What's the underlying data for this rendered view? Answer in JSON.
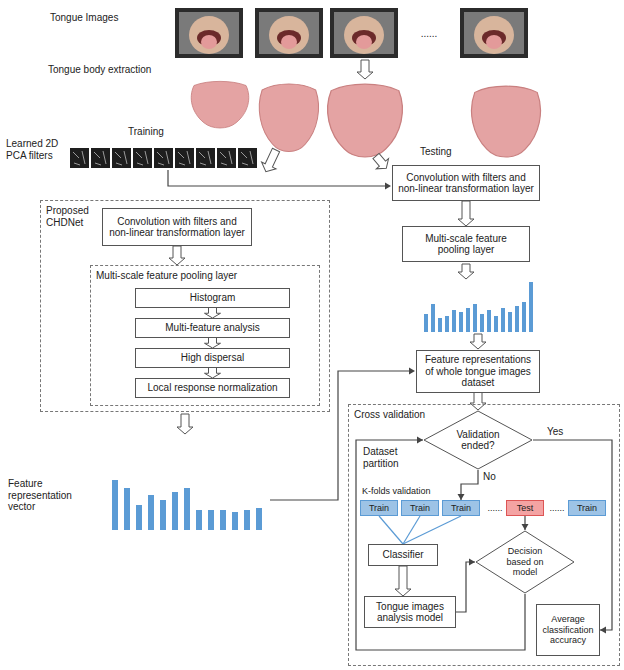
{
  "diagram": {
    "nodes": [
      {
        "text": [
          "Proposed CHDNet"
        ]
      },
      {
        "text": [
          "Convolution with filters and non-linear transformation layer"
        ],
        "in": 0
      },
      {
        "text": [
          "Multi-scale feature pooling layer"
        ],
        "in": 0
      },
      {
        "text": [
          "Histogram"
        ],
        "in": 2
      },
      {
        "text": [
          "Multi-feature analysis"
        ],
        "in": 2
      },
      {
        "text": [
          "High dispersal"
        ],
        "in": 2
      },
      {
        "text": [
          "Local response normalization"
        ],
        "in": 2
      },
      {
        "text": [
          "Convolution with filters and non-linear transformation layer"
        ]
      },
      {
        "text": [
          "Multi-scale feature pooling layer"
        ]
      },
      {
        "text": [
          "Feature representations of whole tongue images dataset"
        ]
      },
      {
        "text": [
          "Cross validation"
        ]
      },
      {
        "text": [
          "Validation ended?"
        ],
        "in": 10
      },
      {
        "text": [
          "Train"
        ],
        "in": 10
      },
      {
        "text": [
          "Train"
        ],
        "in": 10
      },
      {
        "text": [
          "Train"
        ],
        "in": 10
      },
      {
        "text": [
          "Test"
        ],
        "in": 10
      },
      {
        "text": [
          "Train"
        ],
        "in": 10
      },
      {
        "text": [
          "Classifier"
        ],
        "in": 10
      },
      {
        "text": [
          "Decision based on model"
        ],
        "in": 10
      },
      {
        "text": [
          "Tongue images analysis model"
        ],
        "in": 10
      },
      {
        "text": [
          "Average classification accuracy"
        ],
        "in": 10
      }
    ],
    "edges": [
      {
        "from": 1,
        "to": 2,
        "arrow": "to"
      },
      {
        "from": 3,
        "to": 4,
        "arrow": "to"
      },
      {
        "from": 4,
        "to": 5,
        "arrow": "to"
      },
      {
        "from": 5,
        "to": 6,
        "arrow": "to"
      },
      {
        "from": 7,
        "to": 8,
        "arrow": "to"
      },
      {
        "from": 9,
        "to": 11,
        "arrow": "to"
      },
      {
        "from": 11,
        "to": 20,
        "label": "Yes",
        "arrow": "to"
      },
      {
        "from": 11,
        "to": 14,
        "label": "No",
        "arrow": "to"
      },
      {
        "from": 12,
        "to": 17,
        "arrow": "none"
      },
      {
        "from": 13,
        "to": 17,
        "arrow": "none"
      },
      {
        "from": 14,
        "to": 17,
        "arrow": "none"
      },
      {
        "from": 17,
        "to": 19,
        "arrow": "to"
      },
      {
        "from": 15,
        "to": 18,
        "arrow": "to"
      },
      {
        "from": 19,
        "to": 18,
        "arrow": "to"
      },
      {
        "from": 18,
        "to": 11,
        "label": "Dataset partition",
        "arrow": "to"
      }
    ],
    "labels": [
      "Tongue Images",
      "......",
      "Tongue body extraction",
      "Training",
      "Learned 2D PCA filters",
      "Testing",
      "Feature representation vector",
      "K-folds validation",
      "......",
      "......"
    ]
  }
}
